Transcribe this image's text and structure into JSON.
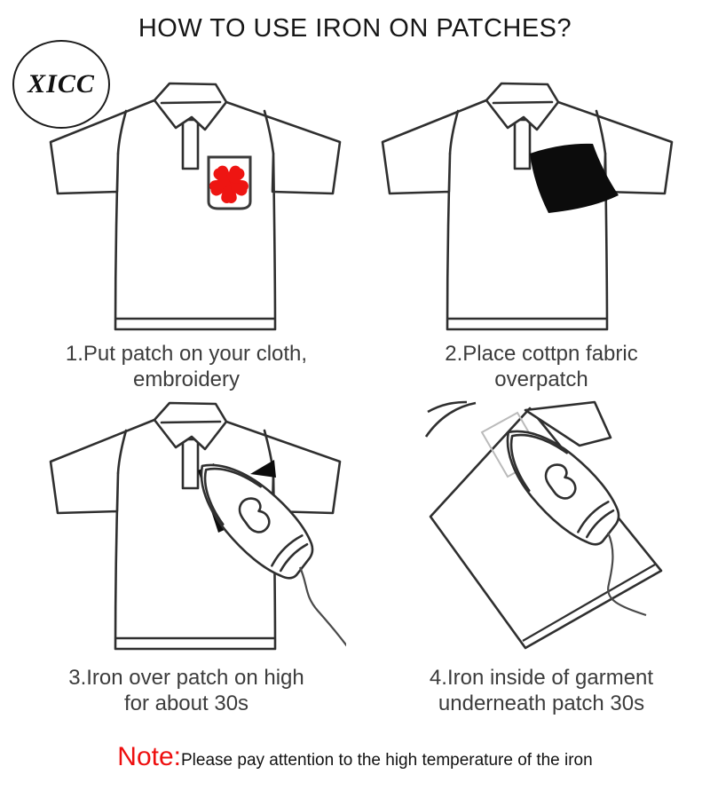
{
  "title": "HOW TO USE IRON ON PATCHES?",
  "logo": {
    "text": "XICC"
  },
  "steps": [
    {
      "line1": "1.Put patch on your cloth,",
      "line2": "embroidery"
    },
    {
      "line1": "2.Place cottpn fabric",
      "line2": "overpatch"
    },
    {
      "line1": "3.Iron over patch on high",
      "line2": "for about 30s"
    },
    {
      "line1": "4.Iron inside of garment",
      "line2": "underneath patch 30s"
    }
  ],
  "note": {
    "label": "Note:",
    "text": "Please pay attention to the high temperature of the iron"
  },
  "icons": {
    "patch": "five-heart-petal-flower",
    "fabric": "black-cotton-cloth-square",
    "iron": "clothes-iron-outline",
    "shirt": "polo-shirt-line-art"
  },
  "colors": {
    "patch_red": "#ee1512",
    "note_red": "#ee0f0f",
    "fabric_black": "#0c0c0c",
    "line": "#2f2f2f"
  }
}
